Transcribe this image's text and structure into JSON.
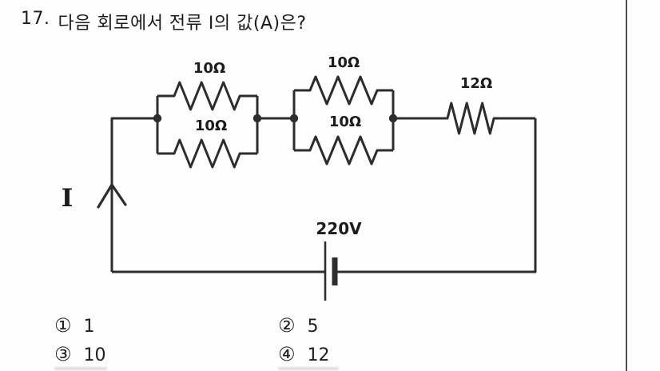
{
  "question": {
    "number": "17.",
    "text": "다음 회로에서 전류 I의 값(A)은?"
  },
  "circuit": {
    "type": "resistor-network",
    "labels": {
      "r1_top": "10Ω",
      "r1_bottom": "10Ω",
      "r2_top": "10Ω",
      "r2_bottom": "10Ω",
      "r_series": "12Ω",
      "battery": "220V",
      "current": "I"
    },
    "description": "Two parallel pairs of 10Ω resistors in series with a 12Ω resistor and a 220V battery; current I flows upward in the left branch"
  },
  "options": [
    {
      "marker": "①",
      "value": "1"
    },
    {
      "marker": "②",
      "value": "5"
    },
    {
      "marker": "③",
      "value": "10"
    },
    {
      "marker": "④",
      "value": "12"
    }
  ],
  "colors": {
    "ink": "#2d2d2d",
    "text": "#1c1c1c",
    "page_border": "#4f4f4f",
    "background": "#fefefe"
  }
}
